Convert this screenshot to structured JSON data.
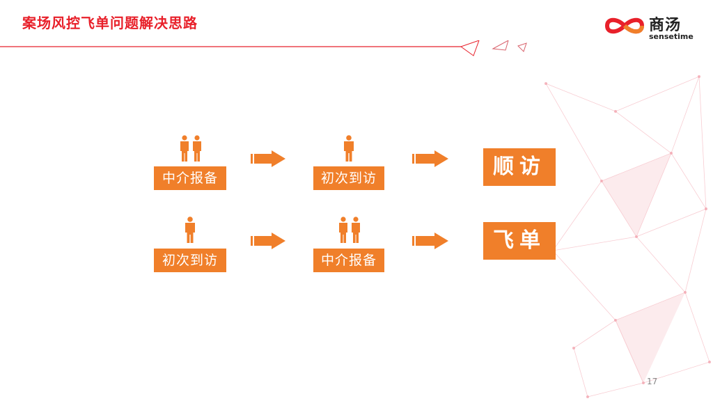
{
  "slide": {
    "title": "案场风控飞单问题解决思路",
    "page_number": "17"
  },
  "logo": {
    "name_cn": "商汤",
    "name_en": "sensetime"
  },
  "flows": [
    {
      "step1": {
        "label": "中介报备",
        "icon": "two-persons-icon"
      },
      "step2": {
        "label": "初次到访",
        "icon": "person-icon"
      },
      "result": "顺访"
    },
    {
      "step1": {
        "label": "初次到访",
        "icon": "person-icon"
      },
      "step2": {
        "label": "中介报备",
        "icon": "two-persons-icon"
      },
      "result": "飞单"
    }
  ],
  "colors": {
    "accent": "#f07f2a",
    "title": "#e8202a"
  }
}
